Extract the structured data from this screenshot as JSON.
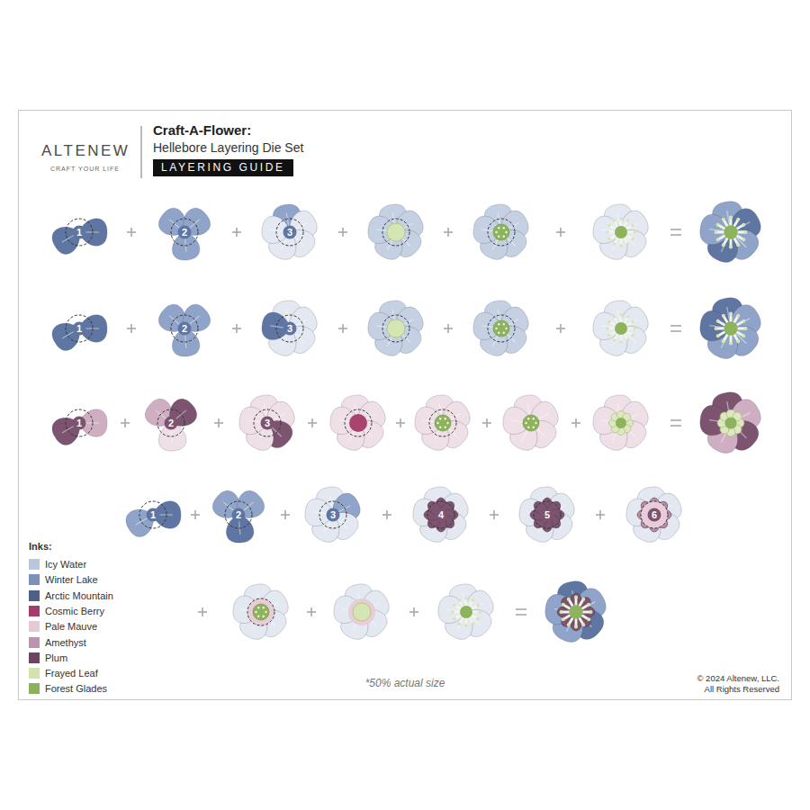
{
  "diagram": {
    "title": "Craft-A-Flower:",
    "nodes": [
      {
        "text": [
          "LAYERING GUIDE"
        ]
      }
    ],
    "labels": [
      "ALTENEW",
      "CRAFT YOUR LIFE",
      "Hellebore Layering Die Set",
      "1",
      "2",
      "3",
      "1",
      "2",
      "3",
      "1",
      "2",
      "3",
      "1",
      "2",
      "3",
      "4",
      "5",
      "6",
      "Inks:",
      "*50% actual size",
      "© 2024 Altenew, LLC.",
      "All Rights Reserved"
    ],
    "legend": [
      {
        "text": "Icy Water",
        "color": "#b9c6dc"
      },
      {
        "text": "Winter Lake",
        "color": "#7b92b8"
      },
      {
        "text": "Arctic Mountain",
        "color": "#4f5f86"
      },
      {
        "text": "Cosmic Berry",
        "color": "#a13f6a"
      },
      {
        "text": "Pale Mauve",
        "color": "#e3cad6"
      },
      {
        "text": "Amethyst",
        "color": "#b995ae"
      },
      {
        "text": "Plum",
        "color": "#6c4460"
      },
      {
        "text": "Frayed Leaf",
        "color": "#d3e3ae"
      },
      {
        "text": "Forest Glades",
        "color": "#8bb25a"
      }
    ]
  }
}
